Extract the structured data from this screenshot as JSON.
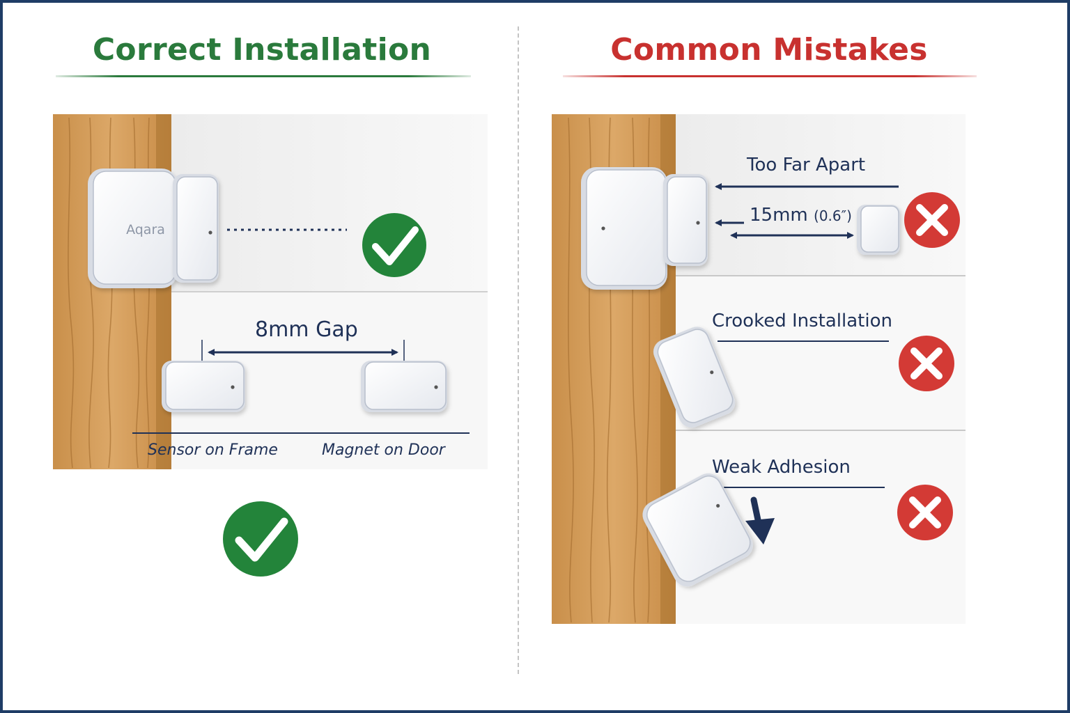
{
  "correct": {
    "title": "Correct Installation",
    "brand": "Aqara",
    "gap_label": "8mm Gap",
    "sensor_label": "Sensor on Frame",
    "magnet_label": "Magnet on Door",
    "accent": "#2a7a3c"
  },
  "mistakes": {
    "title": "Common Mistakes",
    "accent": "#c8312f",
    "items": [
      {
        "label": "Too Far Apart",
        "distance_label": "15mm",
        "distance_note": "(0.6″)"
      },
      {
        "label": "Crooked Installation"
      },
      {
        "label": "Weak Adhesion"
      }
    ]
  },
  "icons": {
    "ok": "check-circle-icon",
    "bad": "x-circle-icon",
    "arrow": "down-arrow-icon"
  }
}
